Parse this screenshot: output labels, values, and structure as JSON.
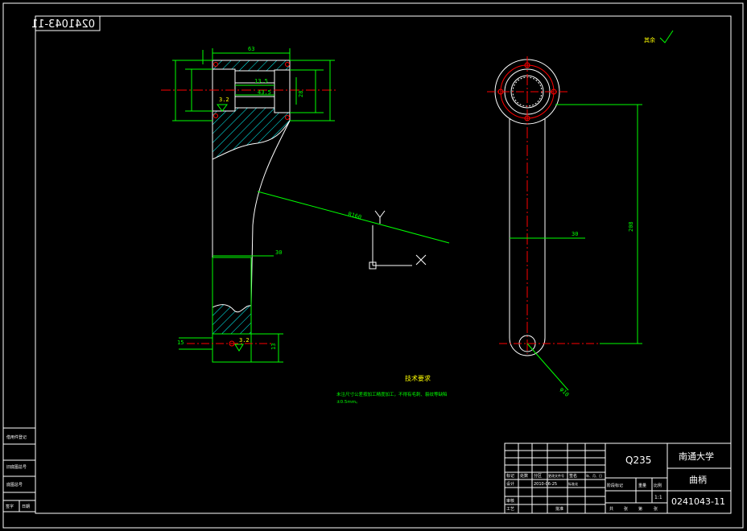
{
  "drawing_number": "0241043-11",
  "drawing_number_mirrored": "0241043-11",
  "roughness_note": "其余",
  "technical_requirements": {
    "title": "技术要求",
    "line1": "未注尺寸公差按加工精度加工，不得有毛刺、裂纹等缺陷",
    "line2": "±0.5mm。"
  },
  "dimensions": {
    "d63": "63",
    "d13_5": "13.5",
    "d43_5": "43.5",
    "d28": "28",
    "d30_side": "30",
    "d30_front": "30",
    "r160": "R160",
    "d13": "13",
    "d15": "15",
    "d208": "208",
    "d10": "φ10",
    "ra3_2_top": "3.2",
    "ra3_2_bottom": "3.2"
  },
  "title_block": {
    "material": "Q235",
    "school": "南通大学",
    "part_name": "曲柄",
    "drawing_no": "0241043-11",
    "scale": "1:1",
    "rows": {
      "mark": "标记",
      "count": "处数",
      "zone": "分区",
      "change_doc": "更改文件号",
      "signature": "签名",
      "date": "年、月、日",
      "designer": "设计",
      "design_date": "2010-06-25",
      "standardize": "标准化",
      "review": "审核",
      "process": "工艺",
      "approve": "批准",
      "stage_mark": "阶段标记",
      "weight": "重量",
      "ratio": "比例",
      "total": "共",
      "sheet": "张",
      "no": "第",
      "sheet2": "张"
    }
  },
  "side_table": {
    "r1": "借用件登记",
    "r2": "旧底图总号",
    "r3": "底图总号",
    "r4": "签字",
    "r5": "日期"
  },
  "ucs": {
    "x_label": "X",
    "y_label": "Y"
  },
  "colors": {
    "outline": "#ffffff",
    "dimension": "#00ff00",
    "centerline": "#ff0000",
    "hatch": "#00ffff",
    "text_yellow": "#ffff00",
    "background": "#000000"
  }
}
